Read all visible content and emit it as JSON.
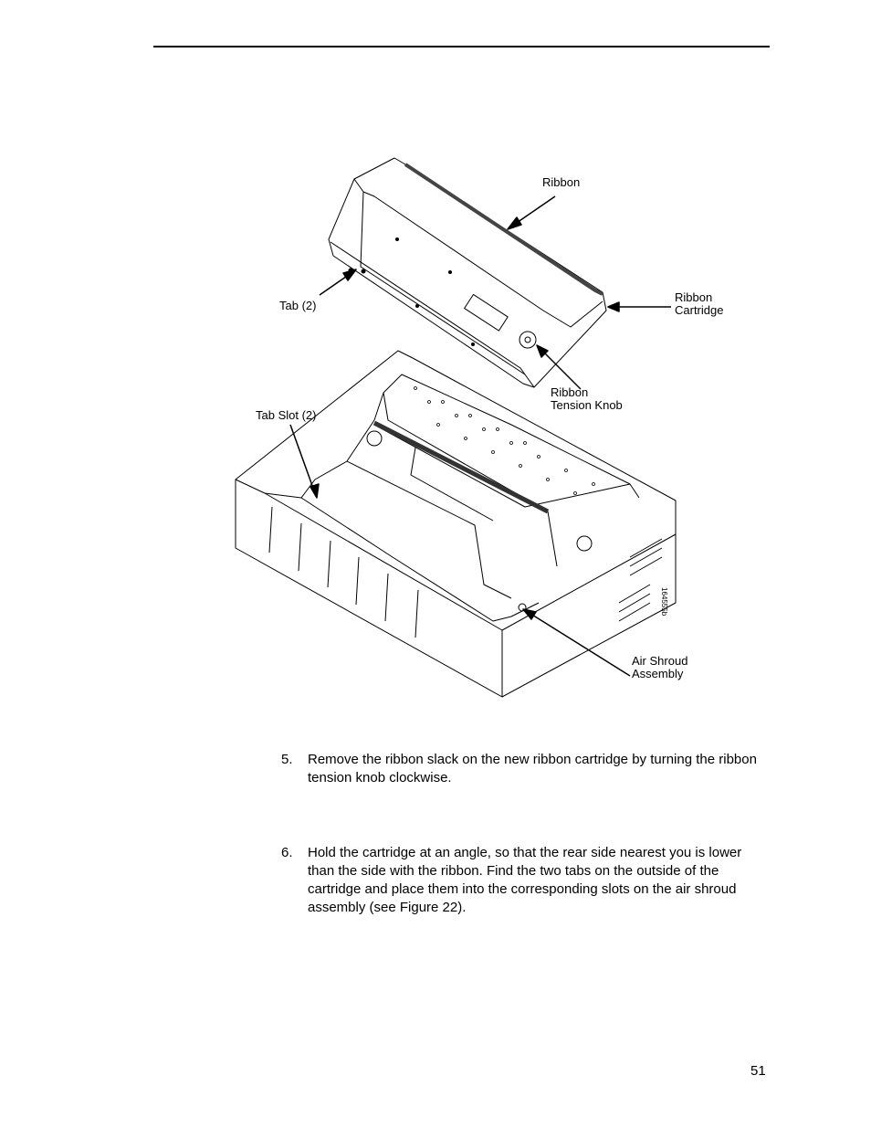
{
  "figure": {
    "callouts": {
      "ribbon": "Ribbon",
      "ribbon_cartridge": "Ribbon\nCartridge",
      "tab": "Tab (2)",
      "ribbon_tension_knob": "Ribbon\nTension Knob",
      "tab_slot": "Tab Slot (2)",
      "air_shroud_assembly": "Air Shroud\nAssembly"
    },
    "figure_code": "164555b"
  },
  "steps": [
    {
      "number": "5.",
      "text": "Remove the ribbon slack on the new ribbon cartridge by turning the ribbon tension knob clockwise."
    },
    {
      "number": "6.",
      "text": "Hold the cartridge at an angle, so that the rear side nearest you is lower than the side with the ribbon. Find the two tabs on the outside of the cartridge and place them into the corresponding slots on the air shroud assembly (see Figure 22)."
    }
  ],
  "page_number": "51"
}
